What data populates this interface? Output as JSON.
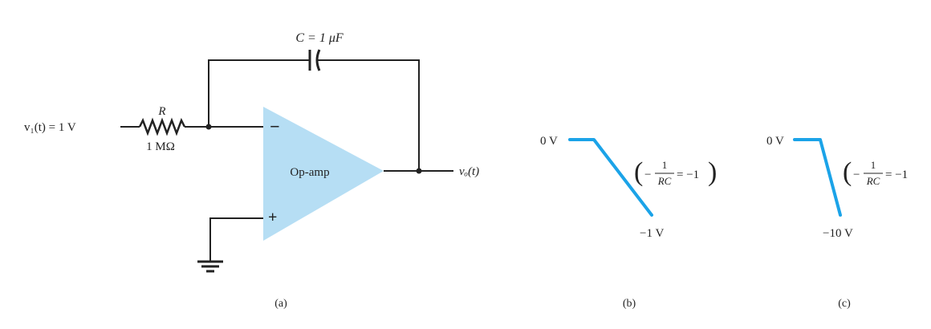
{
  "colors": {
    "opamp_fill": "#b6def4",
    "trace_blue": "#1ba3e8",
    "wire": "#222222"
  },
  "circuit": {
    "capacitor_label": "C = 1 μF",
    "input_label": "v₁(t) = 1 V",
    "resistor_label": "R",
    "resistor_value": "1 MΩ",
    "inverting_sign": "−",
    "noninverting_sign": "+",
    "opamp_label": "Op-amp",
    "output_label": "vₒ(t)",
    "caption": "(a)"
  },
  "plot_b": {
    "top_label": "0 V",
    "bottom_label": "−1 V",
    "formula_prefix": "−",
    "formula_numerator": "1",
    "formula_denominator": "RC",
    "formula_result": "= −1",
    "caption": "(b)"
  },
  "plot_c": {
    "top_label": "0 V",
    "bottom_label": "−10 V",
    "formula_prefix": "−",
    "formula_numerator": "1",
    "formula_denominator": "RC",
    "formula_result": "= −1",
    "caption": "(c)"
  }
}
